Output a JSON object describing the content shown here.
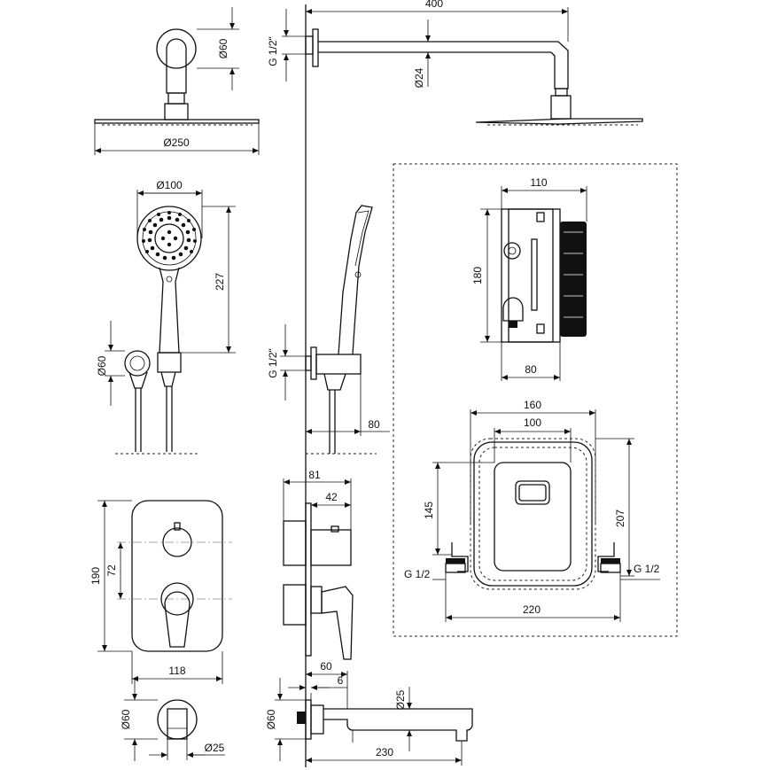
{
  "dimensions": {
    "rosette_diameter": "Ø60",
    "shower_head_diameter": "Ø250",
    "arm_length": "400",
    "arm_connection": "G 1/2\"",
    "arm_diameter": "Ø24",
    "hand_shower_diameter": "Ø100",
    "hand_shower_length": "227",
    "holder_diameter": "Ø60",
    "holder_connection": "G 1/2\"",
    "holder_projection": "80",
    "box_width": "110",
    "box_height": "180",
    "box_depth": "80",
    "plate_outer_width": "160",
    "plate_inner_width": "100",
    "plate_inner_height": "145",
    "plate_outer_height": "207",
    "inlet_left": "G 1/2",
    "inlet_right": "G 1/2",
    "mounting_width": "220",
    "mixer_depth": "81",
    "handle_depth": "42",
    "faceplate_height": "190",
    "knob_spacing": "72",
    "faceplate_width": "118",
    "spout_rosette_diameter": "Ø60",
    "spout_outlet_diameter": "Ø25",
    "spout_side_rosette": "Ø60",
    "spout_pipe_diameter": "Ø25",
    "spout_offset": "60",
    "spout_gap": "6",
    "spout_length": "230"
  }
}
